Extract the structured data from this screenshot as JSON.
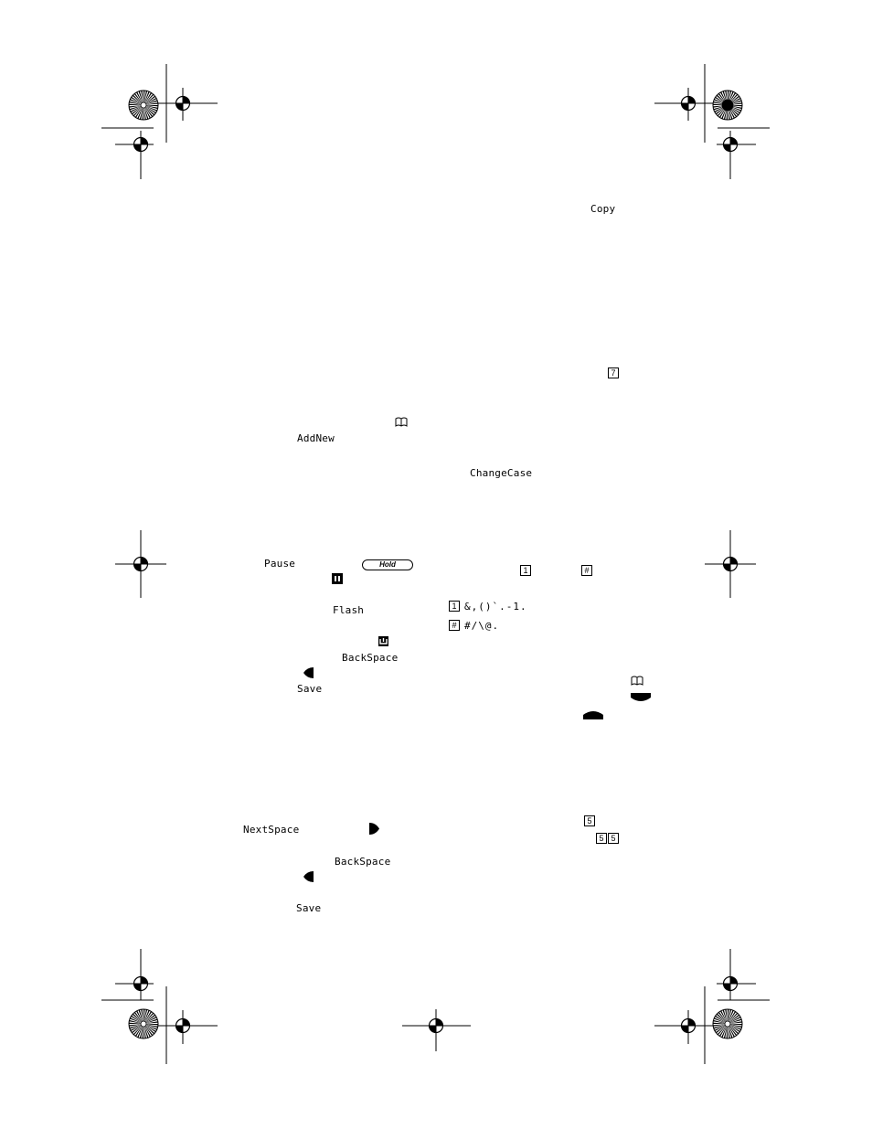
{
  "softkeys": {
    "copy": "Copy",
    "add_new": "AddNew",
    "change_case": "ChangeCase",
    "pause": "Pause",
    "flash": "Flash",
    "back_space_1": "BackSpace",
    "save_1": "Save",
    "next_space": "NextSpace",
    "back_space_2": "BackSpace",
    "save_2": "Save"
  },
  "buttons": {
    "hold": "Hold"
  },
  "keys": {
    "seven": "7",
    "one_a": "1",
    "hash_a": "#",
    "one_b": "1",
    "hash_b": "#",
    "five": "5",
    "five_a": "5",
    "five_b": "5"
  },
  "character_sets": {
    "key_1": "&,()`.-1.",
    "key_hash": "#/\\@."
  },
  "icons": {
    "book_1": "book-icon",
    "book_2": "book-icon",
    "hold_key": "pause-key-icon",
    "mute_key": "mute-key-icon",
    "left_arrow_1": "left-arrow-icon",
    "right_arrow": "right-arrow-icon",
    "left_arrow_2": "left-arrow-icon",
    "nav_down": "nav-down-icon",
    "nav_up": "nav-up-icon",
    "registration_mark": "registration-mark-icon",
    "starburst": "starburst-icon"
  }
}
